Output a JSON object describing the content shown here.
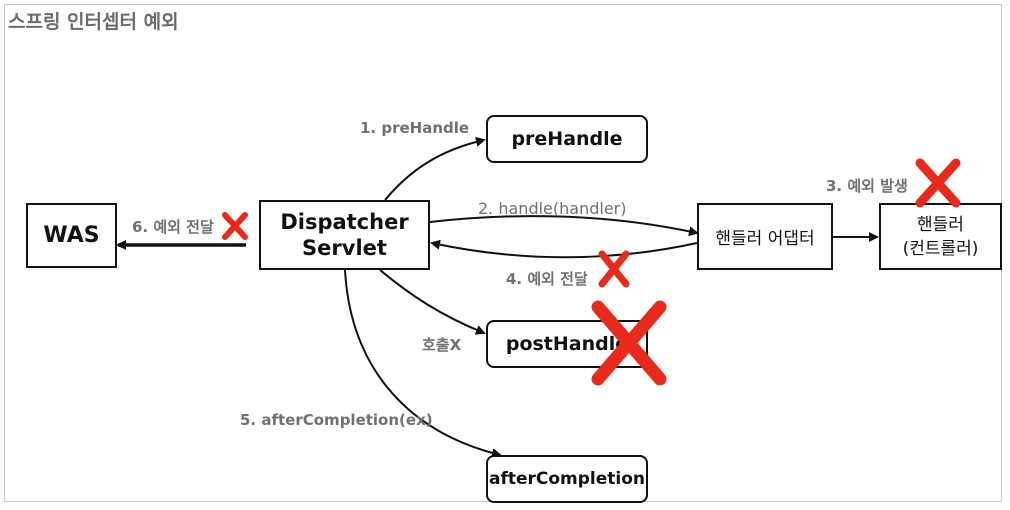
{
  "title": "스프링 인터셉터 예외",
  "nodes": {
    "was": "WAS",
    "dispatcher_line1": "Dispatcher",
    "dispatcher_line2": "Servlet",
    "prehandle": "preHandle",
    "handler_adapter": "핸들러 어댑터",
    "handler_line1": "핸들러",
    "handler_line2": "(컨트롤러)",
    "posthandle": "postHandle",
    "aftercompletion": "afterCompletion"
  },
  "edges": {
    "prehandle_call": "1. preHandle",
    "handle_call": "2. handle(handler)",
    "exception_raised": "3. 예외 발생",
    "exception_return": "4. 예외 전달",
    "aftercompletion_call": "5. afterCompletion(ex)",
    "exception_to_was": "6. 예외 전달",
    "posthandle_not_called": "호출X"
  },
  "colors": {
    "x_mark": "#e8291c",
    "line": "#111111",
    "label": "#707070"
  }
}
